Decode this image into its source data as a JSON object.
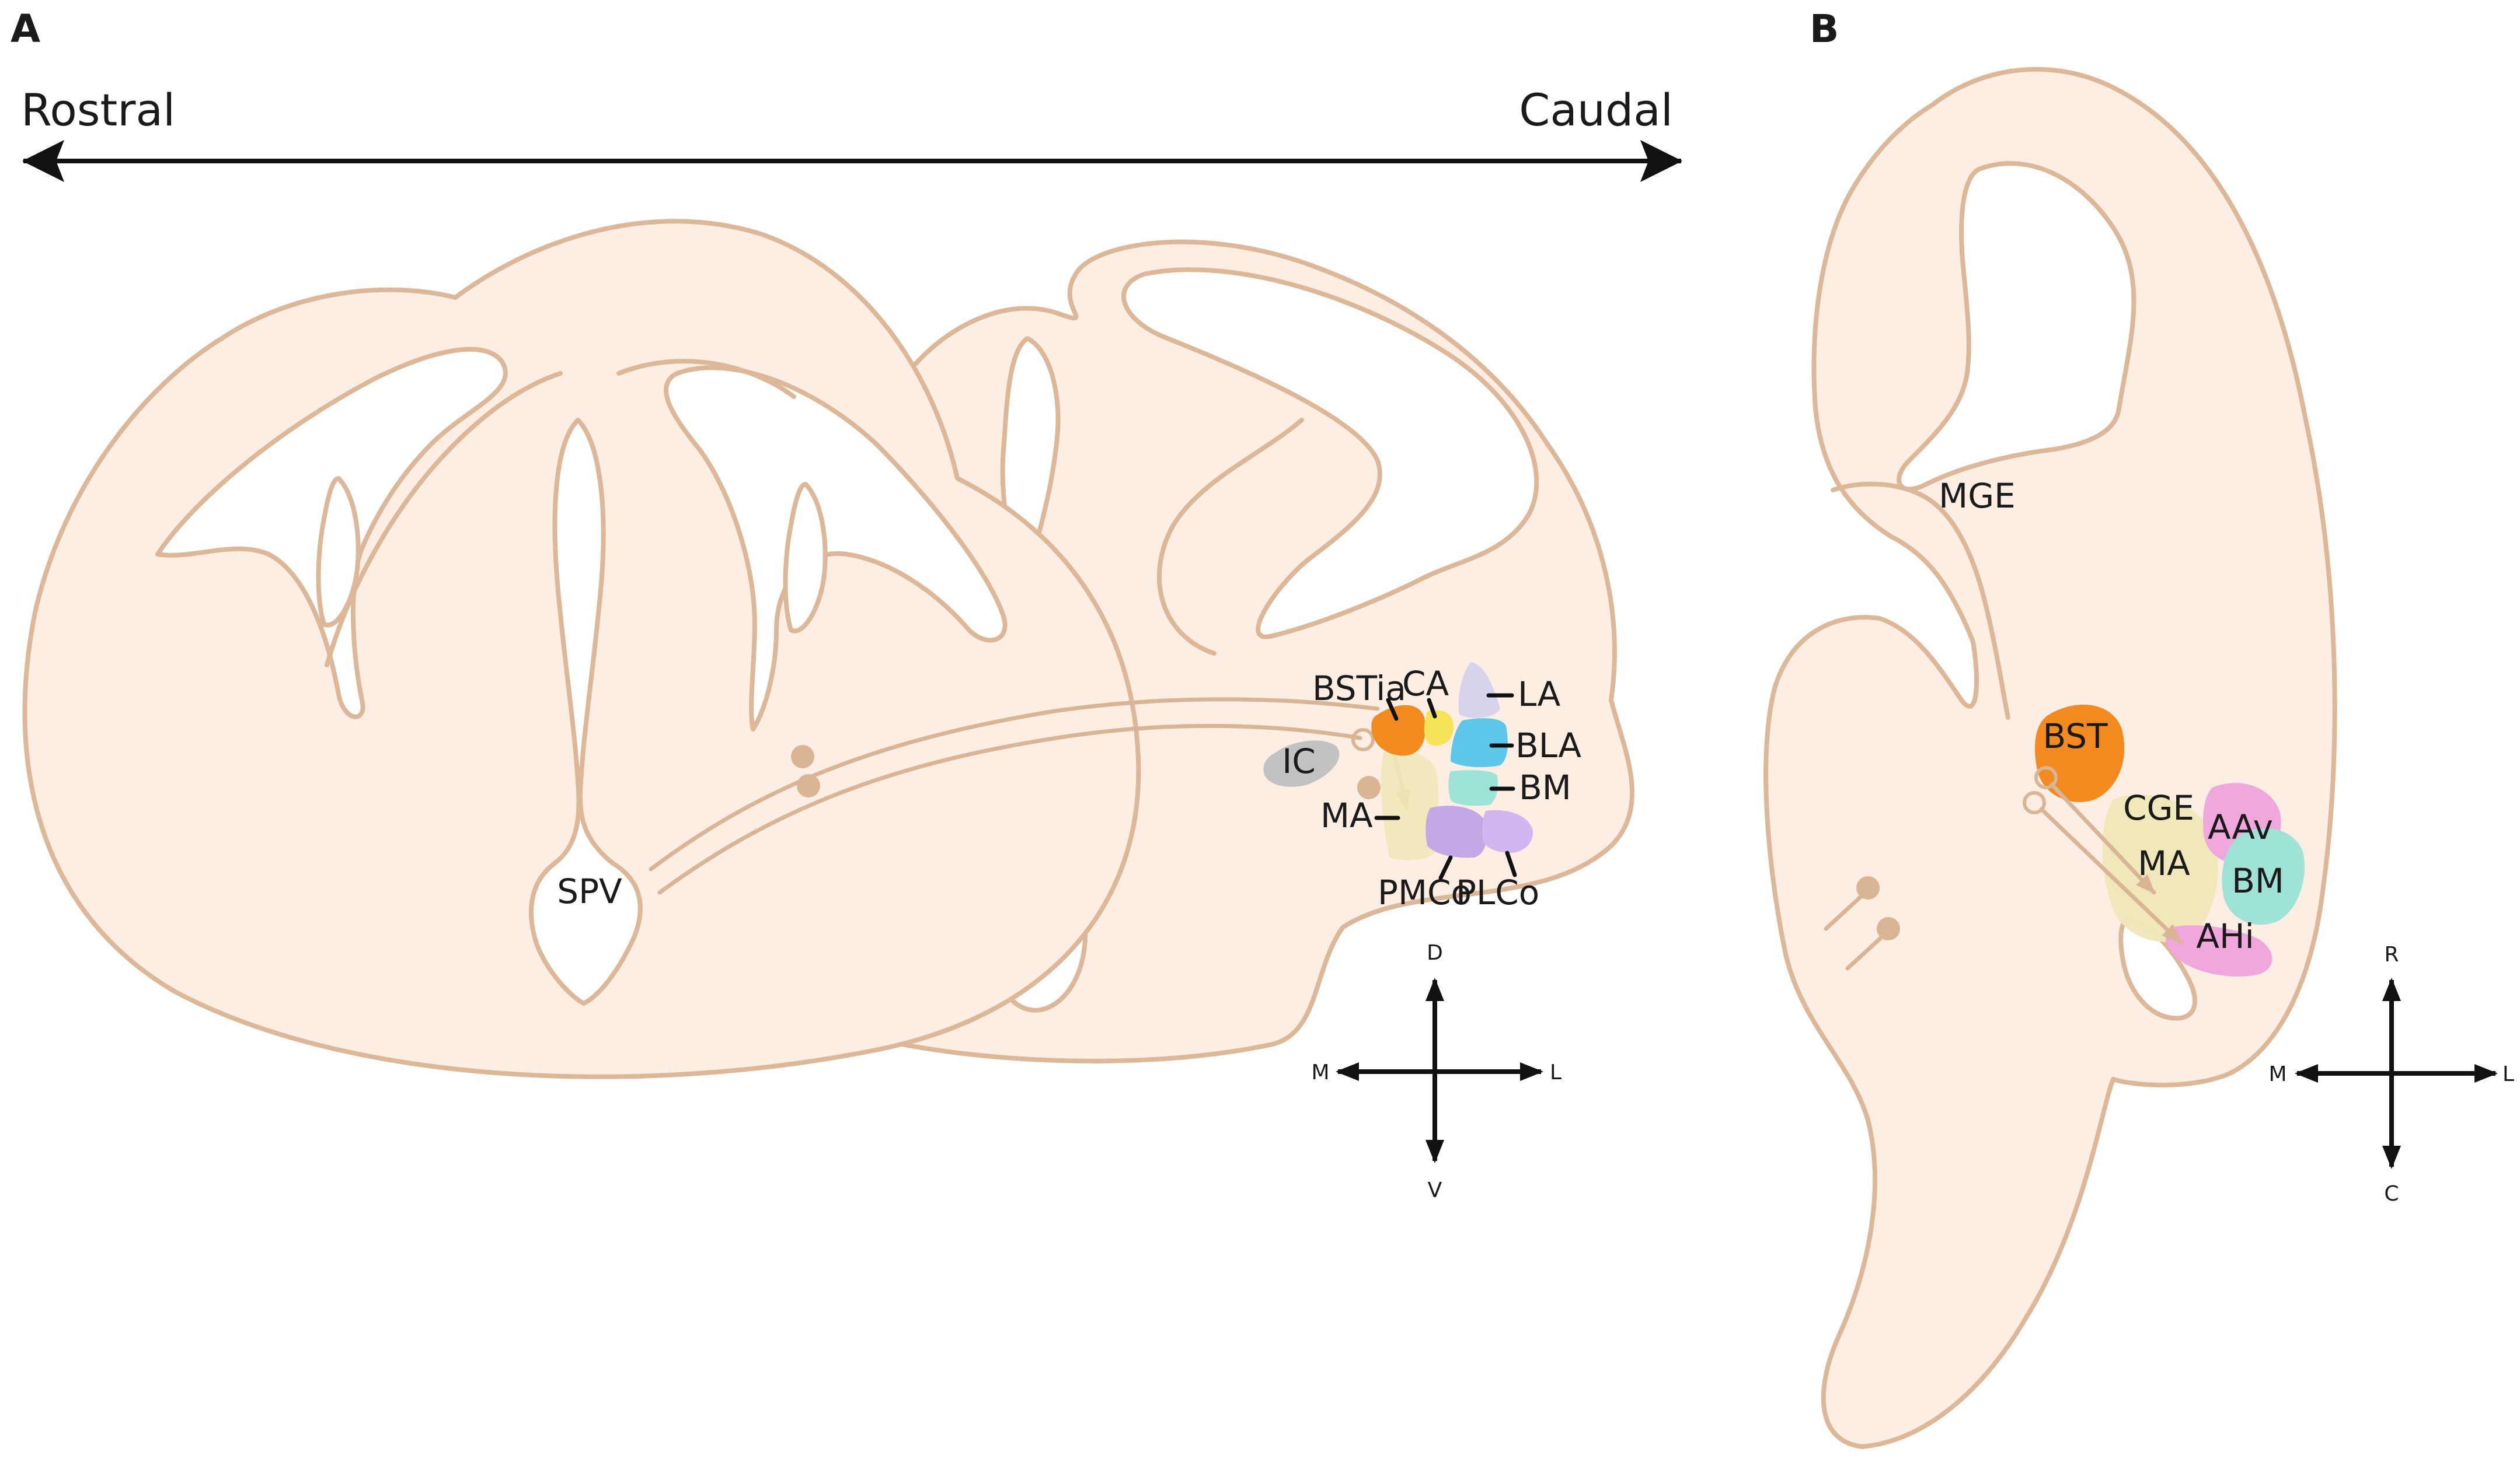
{
  "panels": {
    "a": {
      "letter": "A",
      "axis": {
        "left_label": "Rostral",
        "right_label": "Caudal"
      },
      "region_labels": {
        "spv": "SPV",
        "ic": "IC",
        "bstia": "BSTia",
        "ca": "CA",
        "la": "LA",
        "bla": "BLA",
        "bm": "BM",
        "ma": "MA",
        "pmco": "PMCo",
        "plco": "PLCo"
      },
      "compass": {
        "up": "D",
        "down": "V",
        "left": "M",
        "right": "L"
      }
    },
    "b": {
      "letter": "B",
      "region_labels": {
        "mge": "MGE",
        "bst": "BST",
        "cge": "CGE",
        "ma": "MA",
        "aav": "AAv",
        "bm": "BM",
        "ahi": "AHi"
      },
      "compass": {
        "up": "R",
        "down": "C",
        "left": "M",
        "right": "L"
      }
    }
  },
  "colors": {
    "tissue_fill": "#fdeee4",
    "tissue_outline": "#dcb798",
    "migration_path": "#d9b596",
    "bst": "#f28a1f",
    "ca": "#f7e35a",
    "la": "#d7d3ec",
    "bla": "#5cc7e8",
    "bm": "#9fe3d6",
    "ma": "#efe7b8",
    "pmco": "#c4a8e6",
    "plco": "#d2b6ef",
    "ic": "#c2c2c2",
    "aav": "#f0a8dc",
    "ahi": "#f0a8dc",
    "cge": "#efe7b8"
  }
}
